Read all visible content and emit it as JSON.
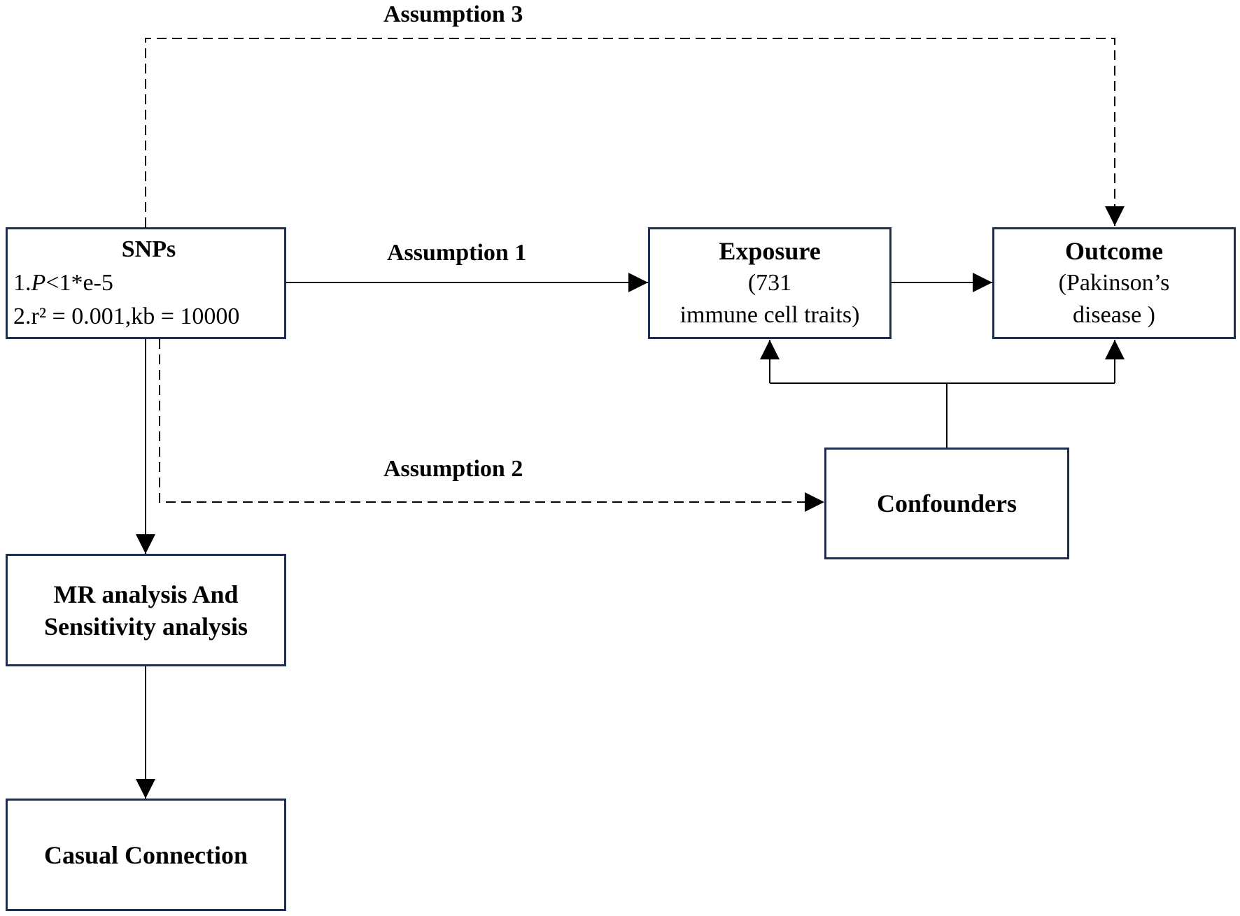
{
  "labels": {
    "assumption1": "Assumption 1",
    "assumption2": "Assumption 2",
    "assumption3": "Assumption 3"
  },
  "snps": {
    "title": "SNPs",
    "line1_prefix": "1.",
    "line1_p": "P",
    "line1_rest": "<1*e-5",
    "line2": "2.r² = 0.001,kb = 10000"
  },
  "exposure": {
    "title": "Exposure",
    "line1": "(731",
    "line2": "immune cell traits)"
  },
  "outcome": {
    "title": "Outcome",
    "line1": "(Pakinson’s",
    "line2": "disease )"
  },
  "confounders": {
    "title": "Confounders"
  },
  "mr": {
    "line1": "MR analysis And",
    "line2": "Sensitivity analysis"
  },
  "causal": {
    "title": "Casual Connection"
  },
  "colors": {
    "box_border": "#1f2d4f",
    "line": "#000000"
  }
}
